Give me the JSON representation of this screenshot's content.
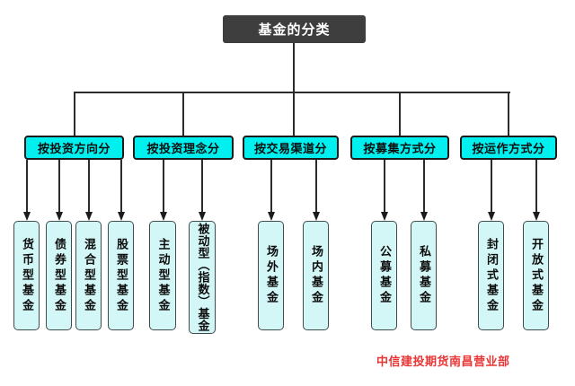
{
  "title": "基金的分类",
  "watermark": "中信建投期货南昌营业部",
  "colors": {
    "line": "#2c2c2c",
    "title_fill": "#3e3e3e",
    "title_text": "#ffffff",
    "level2_fill": "#00f0f0",
    "level2_border": "#1b1b1b",
    "level3_fill": "#d3f6f6",
    "level3_border": "#3e4c4c",
    "watermark": "#e93535"
  },
  "branches": [
    {
      "label": "按投资方向分",
      "children": [
        "货币型基金",
        "债券型基金",
        "混合型基金",
        "股票型基金"
      ]
    },
    {
      "label": "按投资理念分",
      "children": [
        "主动型基金",
        "被动型（指数）基金"
      ]
    },
    {
      "label": "按交易渠道分",
      "children": [
        "场外基金",
        "场内基金"
      ]
    },
    {
      "label": "按募集方式分",
      "children": [
        "公募基金",
        "私募基金"
      ]
    },
    {
      "label": "按运作方式分",
      "children": [
        "封闭式基金",
        "开放式基金"
      ]
    }
  ]
}
